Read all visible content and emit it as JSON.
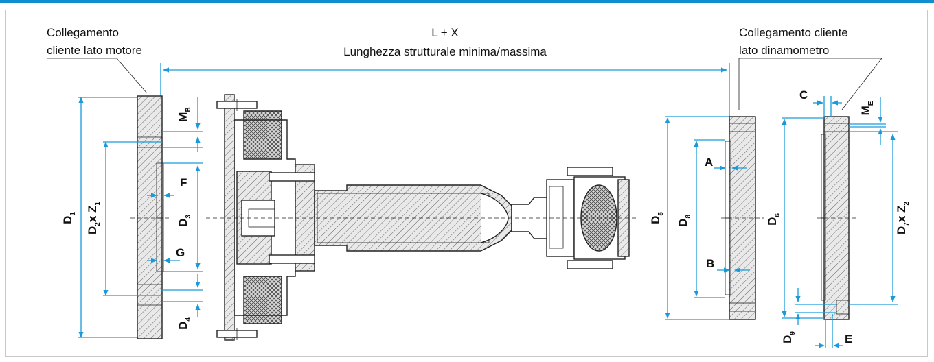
{
  "labels": {
    "engine_side_line1": "Collegamento",
    "engine_side_line2": "cliente lato motore",
    "length_line1": "L + X",
    "length_line2": "Lunghezza strutturale minima/massima",
    "dyno_side_line1": "Collegamento cliente",
    "dyno_side_line2": "lato dinamometro"
  },
  "dims": {
    "D1": {
      "main": "D",
      "sub": "1"
    },
    "D2Z1": {
      "main": "D",
      "sub": "2",
      "main2": "x Z",
      "sub2": "1"
    },
    "D3": {
      "main": "D",
      "sub": "3"
    },
    "D4": {
      "main": "D",
      "sub": "4"
    },
    "MB": {
      "main": "M",
      "sub": "B"
    },
    "F": "F",
    "G": "G",
    "D5": {
      "main": "D",
      "sub": "5"
    },
    "D8": {
      "main": "D",
      "sub": "8"
    },
    "D6": {
      "main": "D",
      "sub": "6"
    },
    "D7Z2": {
      "main": "D",
      "sub": "7",
      "main2": "x Z",
      "sub2": "2"
    },
    "D9": {
      "main": "D",
      "sub": "9"
    },
    "ME": {
      "main": "M",
      "sub": "E"
    },
    "A": "A",
    "B": "B",
    "C": "C",
    "E": "E"
  },
  "colors": {
    "accent": "#0f8fd0",
    "dimension": "#1a9ad9",
    "line": "#222222"
  }
}
